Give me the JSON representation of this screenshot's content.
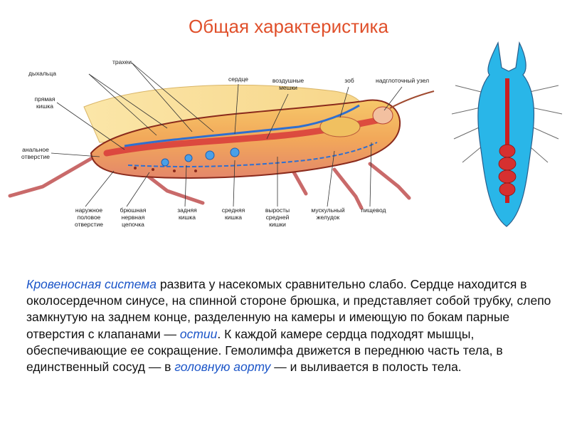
{
  "title": "Общая характеристика",
  "labels": {
    "dykhaltsa": "дыхальца",
    "trakhei": "трахеи",
    "serdtse": "сердце",
    "vozdushnye_meshki": "воздушные\nмешки",
    "zob": "зоб",
    "nadglotochny_uzel": "надглоточный узел",
    "pryamaya_kishka": "прямая\nкишка",
    "analnoe_otverstie": "анальное\nотверстие",
    "naruzhnoe_polovoe": "наружное\nполовое\nотверстие",
    "bryushnaya_tsepochka": "брюшная\nнервная\nцепочка",
    "zadnyaya_kishka": "задняя\nкишка",
    "srednyaya_kishka": "средняя\nкишка",
    "vyrosty": "выросты\nсредней\nкишки",
    "muskulny_zheludok": "мускульный\nжелудок",
    "pishchevod": "пищевод"
  },
  "paragraph": {
    "p1_term": "Кровеносная система",
    "p1_text": " развита у насекомых сравнительно слабо. Сердце находится в околосердечном синусе, на спинной стороне брюшка, и представляет собой трубку, слепо замкнутую на заднем конце, разделенную на камеры и имеющую по бокам парные отверстия с клапанами — ",
    "p1_term2": "остии",
    "p1_text2": ". К каждой камере сердца подходят  мышцы, обеспечивающие ее сокращение. Гемолимфа движется в переднюю часть тела, в единственный сосуд — в ",
    "p1_term3": "головную аорту",
    "p1_text3": " — и выливается в полость тела."
  },
  "colors": {
    "title": "#e0502b",
    "highlight": "#1b55c8",
    "body_outline": "#8a2a1c",
    "heart_blue": "#29b6e8"
  }
}
